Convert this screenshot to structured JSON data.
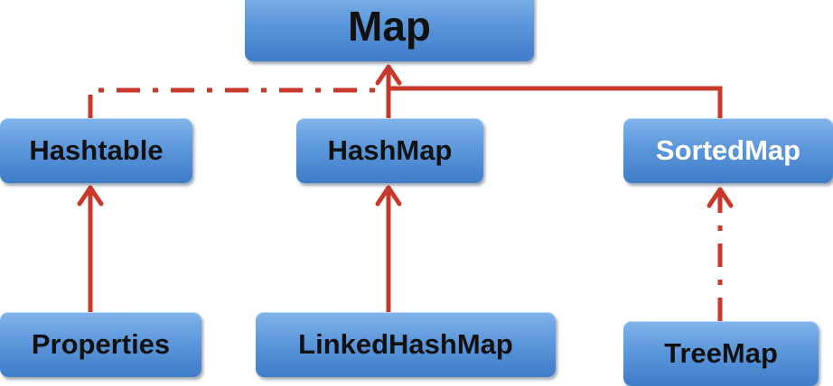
{
  "colors": {
    "connector": "#c9392b",
    "box_top": "#82b4e9",
    "box_bottom": "#3f7cc8"
  },
  "nodes": {
    "map": "Map",
    "hashtable": "Hashtable",
    "hashmap": "HashMap",
    "sortedmap": "SortedMap",
    "properties": "Properties",
    "linkedhashmap": "LinkedHashMap",
    "treemap": "TreeMap"
  }
}
